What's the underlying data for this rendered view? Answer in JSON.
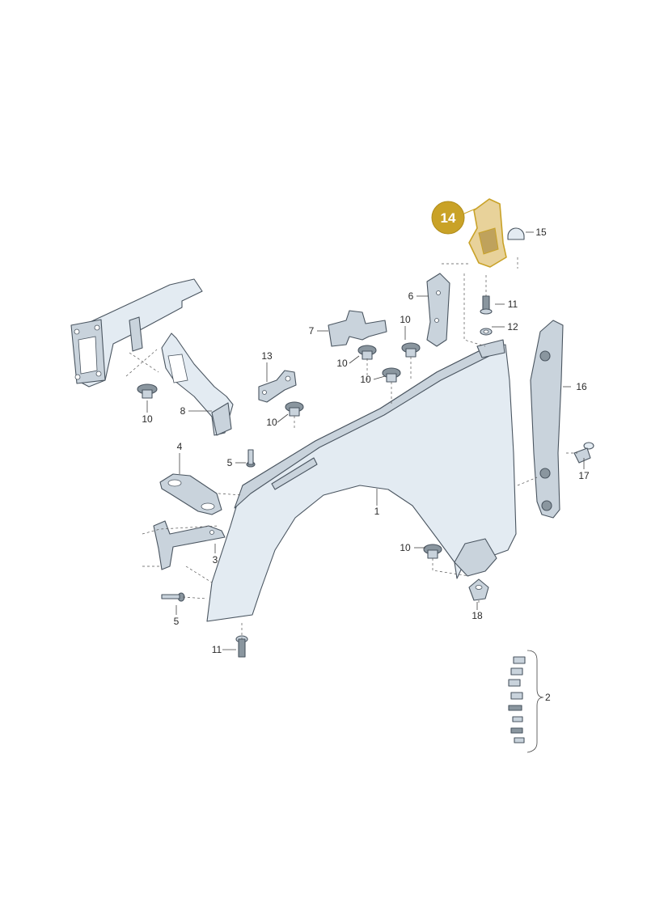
{
  "highlight": {
    "number": "14",
    "color": "#c9a227"
  },
  "callouts": [
    "1",
    "2",
    "3",
    "4",
    "5",
    "5",
    "6",
    "7",
    "8",
    "10",
    "10",
    "10",
    "10",
    "10",
    "10",
    "11",
    "11",
    "12",
    "13",
    "15",
    "16",
    "17",
    "18"
  ]
}
